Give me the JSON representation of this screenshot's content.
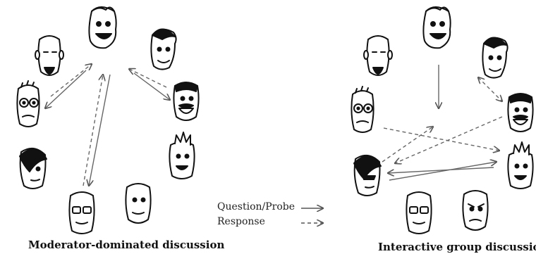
{
  "diagrams": [
    {
      "caption": "Moderator-dominated discussion",
      "faces": [
        {
          "id": "moderator",
          "style": "happy-tufted"
        },
        {
          "id": "goatee-man",
          "style": "bald-goatee"
        },
        {
          "id": "pompadour-man",
          "style": "pompadour"
        },
        {
          "id": "glasses-old-man",
          "style": "glasses-tufted"
        },
        {
          "id": "mustache-man",
          "style": "mustache-grin"
        },
        {
          "id": "emo-girl",
          "style": "long-hair"
        },
        {
          "id": "spiky-man",
          "style": "spiky"
        },
        {
          "id": "bald-glasses-man",
          "style": "bald-glasses"
        },
        {
          "id": "bald-man",
          "style": "bald"
        }
      ],
      "arrows": [
        {
          "from": "moderator",
          "to": "glasses-old-man",
          "kind": "question"
        },
        {
          "from": "glasses-old-man",
          "to": "moderator",
          "kind": "response"
        },
        {
          "from": "moderator",
          "to": "mustache-man",
          "kind": "question"
        },
        {
          "from": "mustache-man",
          "to": "moderator",
          "kind": "response"
        },
        {
          "from": "moderator",
          "to": "bald-glasses-man",
          "kind": "question"
        },
        {
          "from": "bald-glasses-man",
          "to": "moderator",
          "kind": "response"
        }
      ]
    },
    {
      "caption": "Interactive group discussion",
      "faces": [
        {
          "id": "moderator",
          "style": "happy-tufted"
        },
        {
          "id": "goatee-man",
          "style": "bald-goatee"
        },
        {
          "id": "pompadour-man",
          "style": "pompadour"
        },
        {
          "id": "glasses-old-man",
          "style": "glasses-tufted"
        },
        {
          "id": "mustache-man",
          "style": "mustache-grin"
        },
        {
          "id": "emo-girl",
          "style": "long-hair"
        },
        {
          "id": "spiky-man",
          "style": "spiky"
        },
        {
          "id": "bald-glasses-man",
          "style": "bald-glasses"
        },
        {
          "id": "bald-man",
          "style": "angry-bald"
        }
      ],
      "arrows": [
        {
          "from": "moderator",
          "to": "center",
          "kind": "question"
        },
        {
          "from": "pompadour-man",
          "to": "mustache-man",
          "kind": "response"
        },
        {
          "from": "glasses-old-man",
          "to": "spiky-man",
          "kind": "response"
        },
        {
          "from": "emo-girl",
          "to": "spiky-man",
          "kind": "question"
        },
        {
          "from": "spiky-man",
          "to": "emo-girl",
          "kind": "question"
        },
        {
          "from": "emo-girl",
          "to": "top-center",
          "kind": "response"
        },
        {
          "from": "mustache-man",
          "to": "emo-girl",
          "kind": "response"
        }
      ]
    }
  ],
  "legend": {
    "question_label": "Question/Probe",
    "response_label": "Response"
  }
}
